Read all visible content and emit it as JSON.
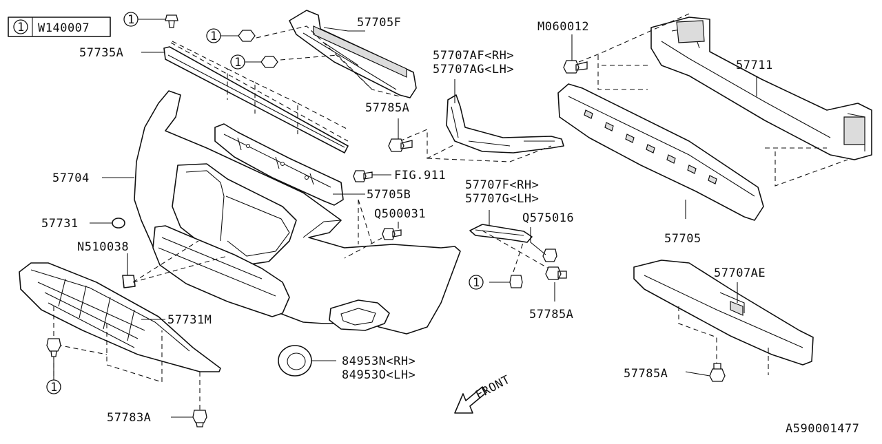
{
  "legend": {
    "symbol": "1",
    "code": "W140007"
  },
  "diagram_id": "A590001477",
  "front_label": "FRONT",
  "callouts": {
    "c1": "1",
    "c2": "1",
    "c3": "1",
    "c4": "1",
    "c5": "1",
    "c6": "1"
  },
  "labels": {
    "p57705F": "57705F",
    "p57735A": "57735A",
    "p57707AF": "57707AF<RH>",
    "p57707AG": "57707AG<LH>",
    "pM060012": "M060012",
    "p57711": "57711",
    "p57785A_1": "57785A",
    "p57704": "57704",
    "pFIG911": "FIG.911",
    "p57705B": "57705B",
    "pQ500031": "Q500031",
    "p57731": "57731",
    "pN510038": "N510038",
    "p57707F": "57707F<RH>",
    "p57707G": "57707G<LH>",
    "pQ575016": "Q575016",
    "p57705": "57705",
    "p57707AE": "57707AE",
    "p57785A_2": "57785A",
    "p57731M": "57731M",
    "p84953N": "84953N<RH>",
    "p84953O": "84953O<LH>",
    "p57785A_3": "57785A",
    "p57783A": "57783A"
  }
}
